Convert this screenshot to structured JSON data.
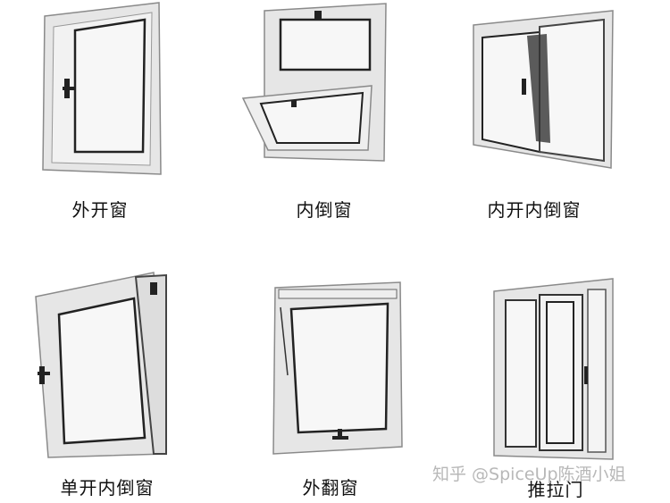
{
  "windows": [
    {
      "label": "外开窗"
    },
    {
      "label": "内倒窗"
    },
    {
      "label": "内开内倒窗"
    },
    {
      "label": "单开内倒窗"
    },
    {
      "label": "外翻窗"
    },
    {
      "label": "推拉门"
    }
  ],
  "watermark": "知乎 @SpiceUp陈酒小姐",
  "colors": {
    "frame": "#e6e6e6",
    "stroke": "#8a8a8a",
    "dark": "#222222",
    "glass": "#f7f7f7"
  }
}
